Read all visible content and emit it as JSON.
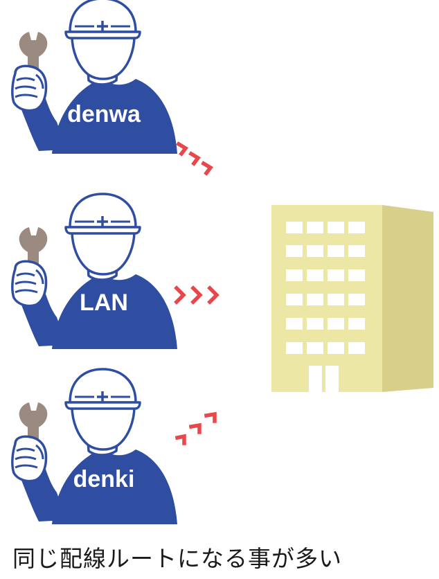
{
  "workers": [
    {
      "label": "denwa"
    },
    {
      "label": "LAN"
    },
    {
      "label": "denki"
    }
  ],
  "caption": "同じ配線ルートになる事が多い",
  "colors": {
    "worker_body": "#2f4ea1",
    "outline": "#2f4ea1",
    "wrench": "#9b8a80",
    "arrow": "#e8474b",
    "building_front": "#ede7a6",
    "building_side": "#d8cf8a",
    "window": "#ffffff"
  },
  "icons": [
    "hard-hat-icon",
    "wrench-icon",
    "chevron-right-icon",
    "building-icon"
  ]
}
